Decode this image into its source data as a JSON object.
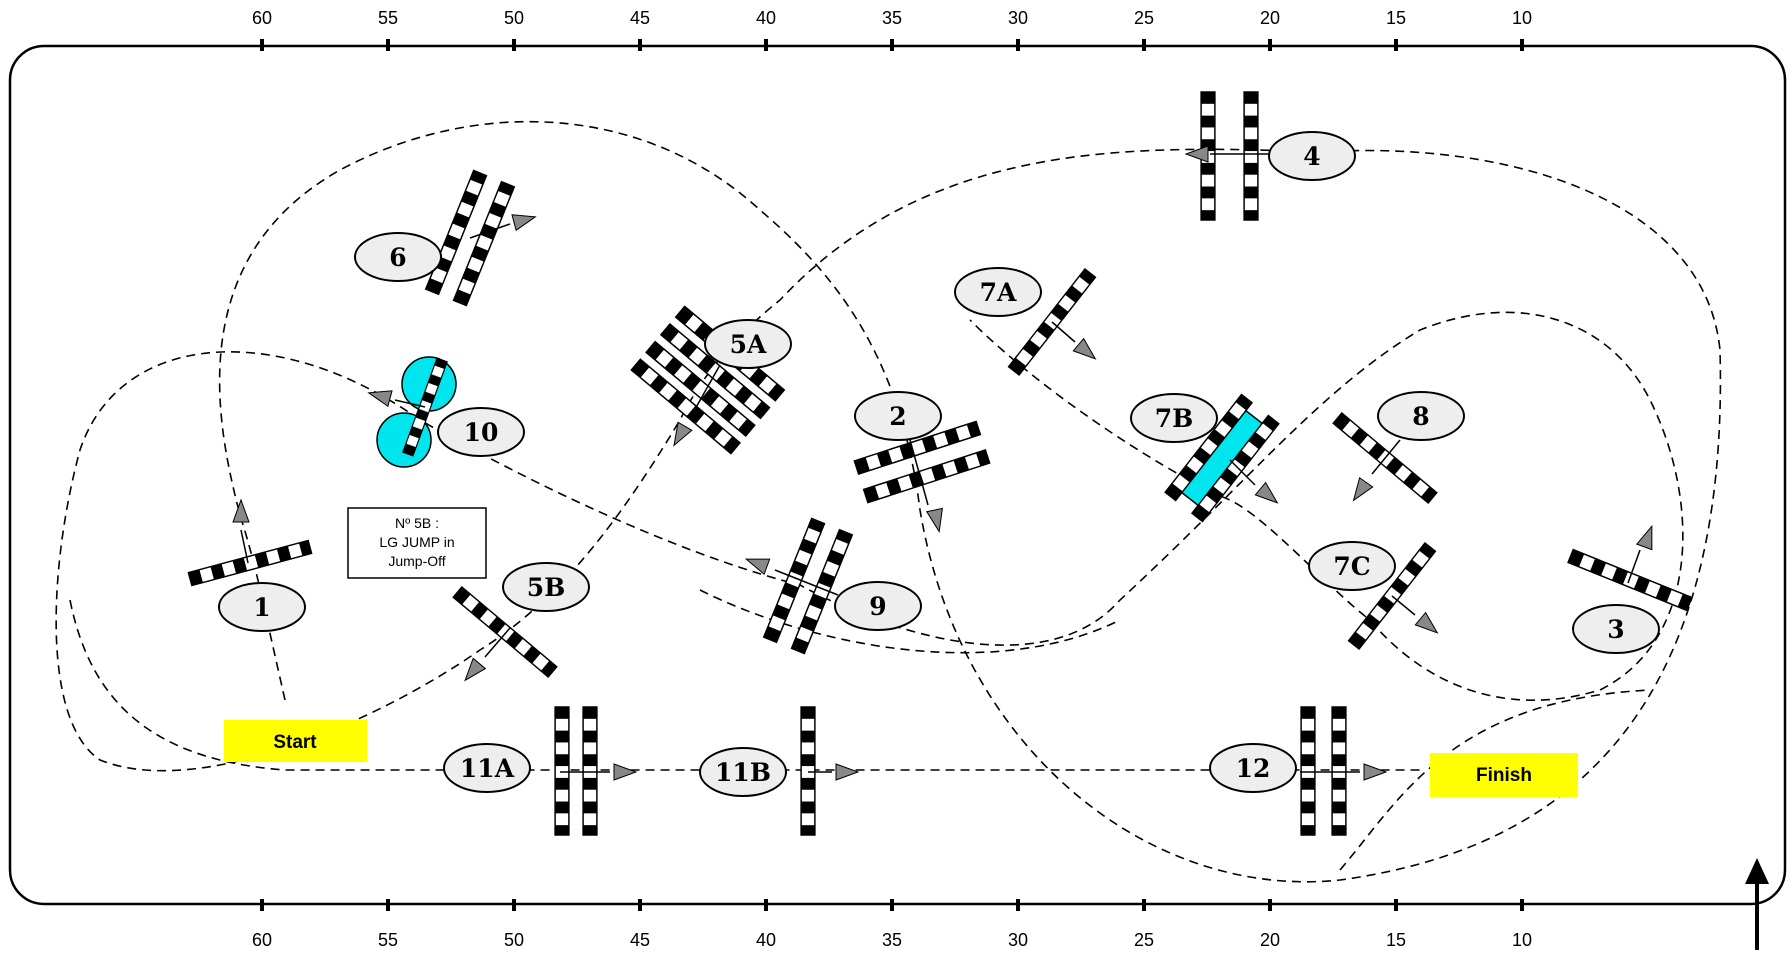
{
  "scale": {
    "top_ticks": [
      "60",
      "55",
      "50",
      "45",
      "40",
      "35",
      "30",
      "25",
      "20",
      "15",
      "10"
    ],
    "bottom_ticks": [
      "60",
      "55",
      "50",
      "45",
      "40",
      "35",
      "30",
      "25",
      "20",
      "15",
      "10"
    ]
  },
  "fences": {
    "f1": "1",
    "f2": "2",
    "f3": "3",
    "f4": "4",
    "f5a": "5A",
    "f5b": "5B",
    "f6": "6",
    "f7a": "7A",
    "f7b": "7B",
    "f7c": "7C",
    "f8": "8",
    "f9": "9",
    "f10": "10",
    "f11a": "11A",
    "f11b": "11B",
    "f12": "12"
  },
  "markers": {
    "start": "Start",
    "finish": "Finish"
  },
  "note": {
    "line1": "Nº 5B :",
    "line2": "LG JUMP in",
    "line3": "Jump-Off"
  },
  "colors": {
    "flag": "#ffff00",
    "water": "#00e5ee",
    "label_fill": "#eeeeee",
    "path": "#000000",
    "arrow": "#888888"
  },
  "icons": [
    "north-arrow-icon"
  ]
}
